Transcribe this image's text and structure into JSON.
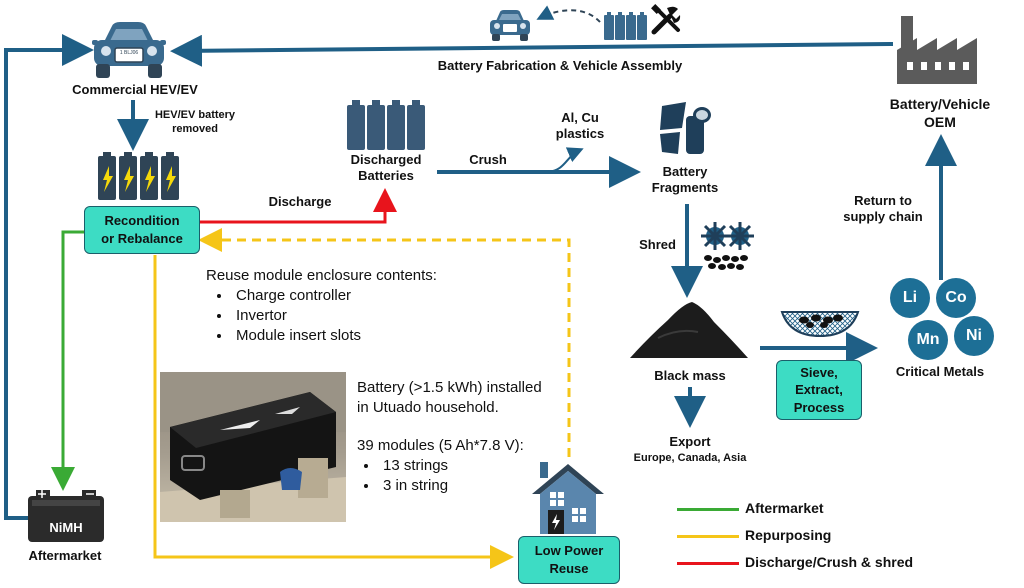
{
  "nodes": {
    "commercial_ev": "Commercial HEV/EV",
    "ev_battery_removed": "HEV/EV battery\nremoved",
    "recondition": "Recondition\nor Rebalance",
    "discharged_batteries": "Discharged\nBatteries",
    "crush": "Crush",
    "al_cu_plastics": "Al, Cu\nplastics",
    "battery_fragments": "Battery\nFragments",
    "shred": "Shred",
    "black_mass": "Black mass",
    "export": "Export",
    "export_regions": "Europe, Canada, Asia",
    "sieve": "Sieve,\nExtract,\nProcess",
    "critical_metals": "Critical Metals",
    "return_supply": "Return to\nsupply chain",
    "oem": "Battery/Vehicle\nOEM",
    "fabrication": "Battery Fabrication & Vehicle Assembly",
    "discharge": "Discharge",
    "aftermarket": "Aftermarket",
    "nimh": "NiMH",
    "low_power_reuse": "Low Power\nReuse",
    "car_plate": "1 BLJ06"
  },
  "metals": [
    "Li",
    "Co",
    "Mn",
    "Ni"
  ],
  "reuse_text": {
    "heading": "Reuse module enclosure contents:",
    "items": [
      "Charge controller",
      "Invertor",
      "Module insert slots"
    ]
  },
  "battery_text": {
    "line1": "Battery (>1.5 kWh) installed",
    "line2": "in Utuado household.",
    "modules": "39 modules (5 Ah*7.8 V):",
    "items": [
      "13 strings",
      "3 in string"
    ]
  },
  "legend": [
    {
      "label": "Aftermarket",
      "color": "#3aaa35"
    },
    {
      "label": "Repurposing",
      "color": "#f5c518"
    },
    {
      "label": "Discharge/Crush & shred",
      "color": "#e8141c"
    }
  ],
  "colors": {
    "flow": "#1f5f86",
    "box_fill": "#3ddcc4",
    "icon_dark": "#2f4456",
    "icon_blue": "#3a6a8e"
  }
}
